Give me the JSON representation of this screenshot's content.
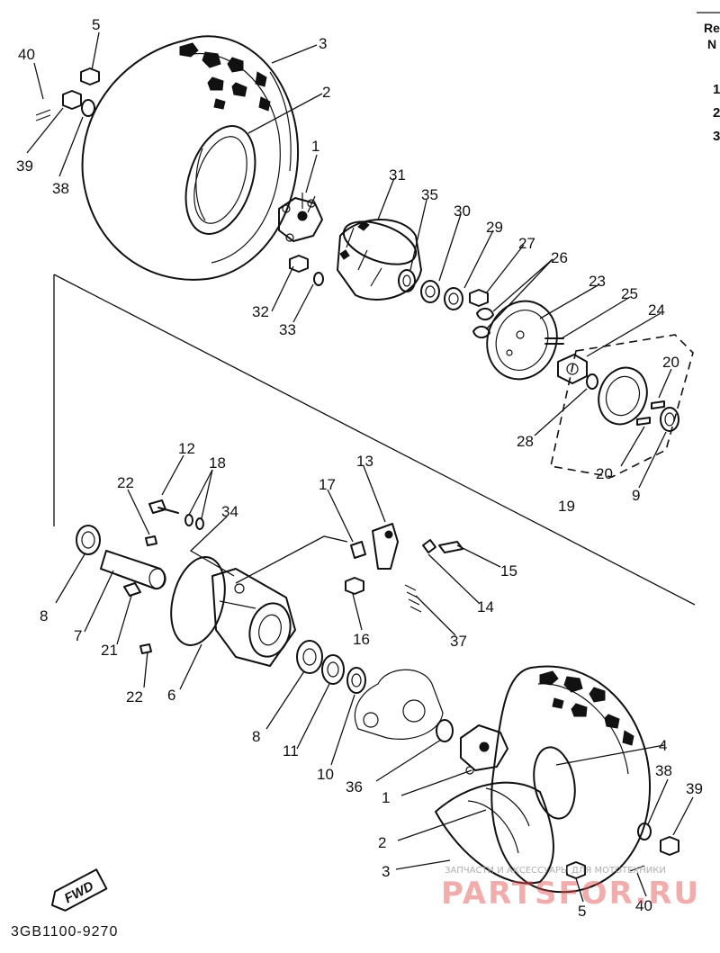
{
  "diagram": {
    "part_code": "3GB1100-9270",
    "direction_badge": "FWD",
    "header_fragment": [
      "Re",
      "N"
    ],
    "side_fragment": [
      "1",
      "2",
      "3"
    ],
    "callouts": [
      "1",
      "2",
      "3",
      "4",
      "5",
      "6",
      "7",
      "8",
      "9",
      "10",
      "11",
      "12",
      "13",
      "14",
      "15",
      "16",
      "17",
      "18",
      "19",
      "20",
      "21",
      "22",
      "23",
      "24",
      "25",
      "26",
      "27",
      "28",
      "29",
      "30",
      "31",
      "32",
      "33",
      "34",
      "35",
      "36",
      "37",
      "38",
      "39",
      "40"
    ]
  },
  "watermark": {
    "caption": "ЗАПЧАСТИ И АКСЕССУАРЫ ДЛЯ МОТОТЕХНИКИ",
    "brand": "PARTSFOR.RU"
  }
}
